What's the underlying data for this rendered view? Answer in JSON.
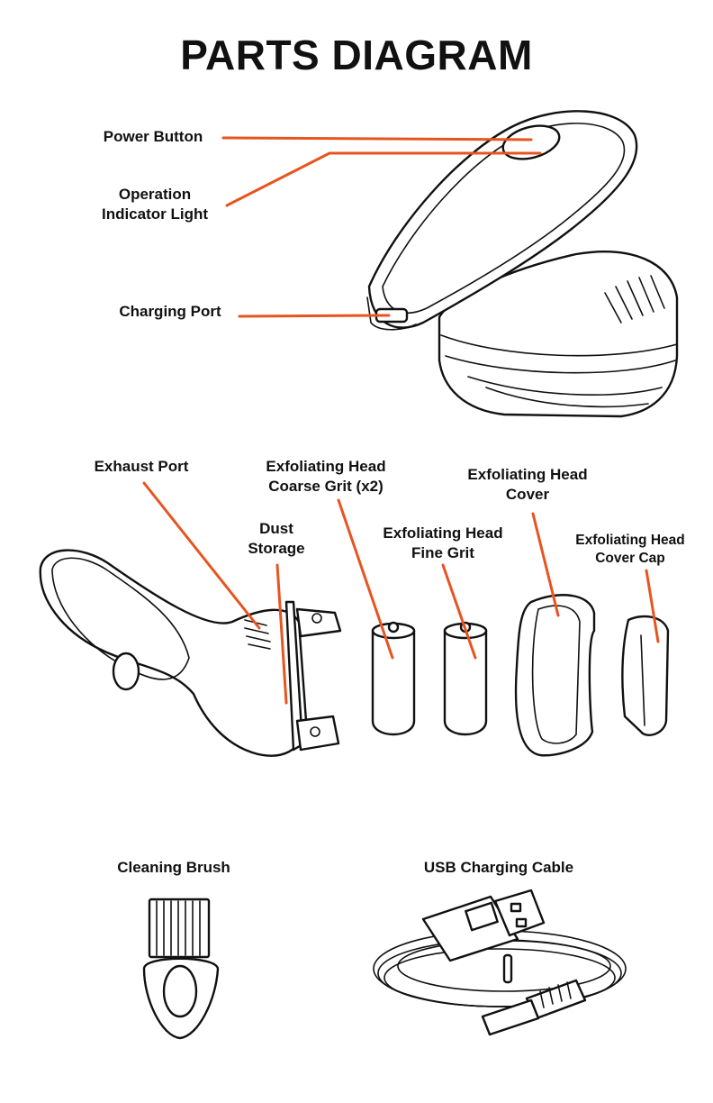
{
  "title": "PARTS DIAGRAM",
  "labels": {
    "power_button": "Power Button",
    "indicator_light": [
      "Operation",
      "Indicator Light"
    ],
    "charging_port": "Charging Port",
    "exhaust_port": "Exhaust Port",
    "coarse_head": [
      "Exfoliating Head",
      "Coarse Grit (x2)"
    ],
    "dust_storage": [
      "Dust",
      "Storage"
    ],
    "fine_head": [
      "Exfoliating Head",
      "Fine Grit"
    ],
    "head_cover": [
      "Exfoliating Head",
      "Cover"
    ],
    "cover_cap": [
      "Exfoliating Head",
      "Cover Cap"
    ],
    "cleaning_brush": "Cleaning Brush",
    "usb_cable": "USB Charging Cable"
  },
  "colors": {
    "leader": "#e8541f",
    "ink": "#111111"
  }
}
